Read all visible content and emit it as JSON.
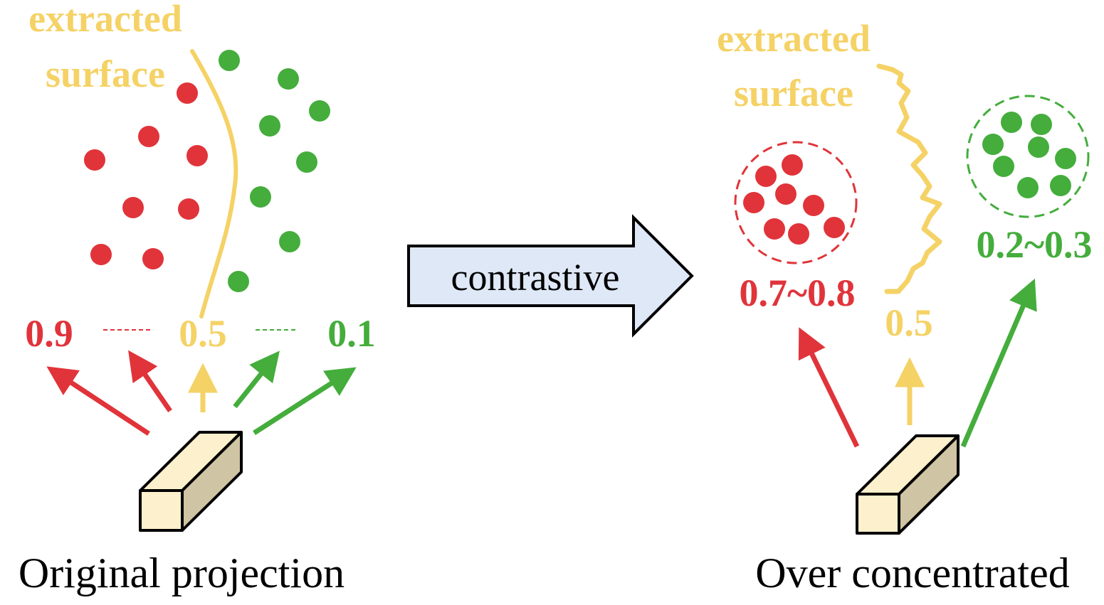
{
  "colors": {
    "red": "#e0343a",
    "green": "#44ad3c",
    "yellow": "#f5d266",
    "arrow_fill": "#dfe8f7",
    "box_front": "#fdf0cc",
    "box_side": "#cfc4a3"
  },
  "left": {
    "surface_label_line1": "extracted",
    "surface_label_line2": "surface",
    "score_high": "0.9",
    "score_mid": "0.5",
    "score_low": "0.1",
    "caption": "Original projection"
  },
  "middle": {
    "arrow_label": "contrastive"
  },
  "right": {
    "surface_label_line1": "extracted",
    "surface_label_line2": "surface",
    "score_high": "0.7~0.8",
    "score_mid": "0.5",
    "score_low": "0.2~0.3",
    "caption": "Over concentrated"
  }
}
